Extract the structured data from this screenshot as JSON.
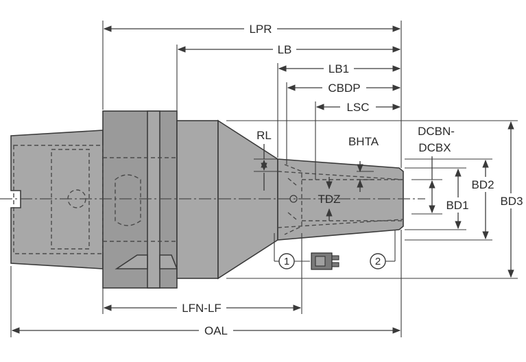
{
  "labels": {
    "lpr": "LPR",
    "lb": "LB",
    "lb1": "LB1",
    "cbdp": "CBDP",
    "lsc": "LSC",
    "rl": "RL",
    "bhta": "BHTA",
    "dcbn": "DCBN-",
    "dcbx": "DCBX",
    "tdz": "TDZ",
    "bd2": "BD2",
    "bd1": "BD1",
    "bd3": "BD3",
    "lfn_lf": "LFN-LF",
    "oal": "OAL"
  },
  "callouts": {
    "one": "1",
    "two": "2"
  },
  "colors": {
    "body": "#a8a8a8",
    "line": "#3a3a3a"
  }
}
